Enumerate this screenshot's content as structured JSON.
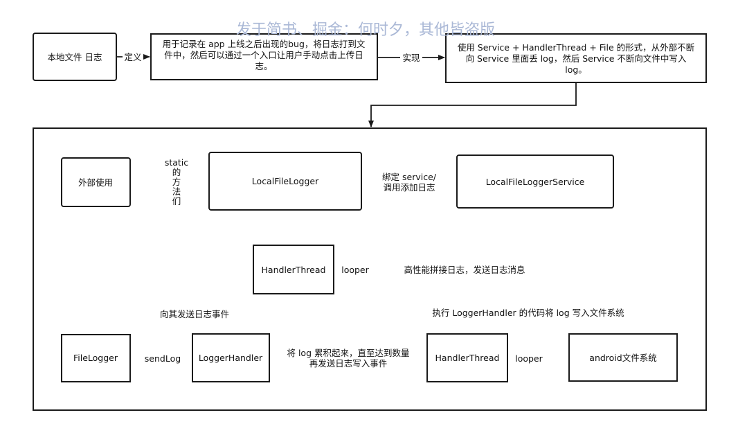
{
  "watermark": "发于简书、掘金：何时夕，其他皆盗版",
  "boxes": {
    "local_log": "本地文件 日志",
    "definition": [
      "用于记录在 app 上线之后出现的bug，将日志打到文",
      "件中，然后可以通过一个入口让用户手动点击上传日",
      "志。"
    ],
    "implementation": [
      "使用 Service + HandlerThread + File 的形式，从外部不断",
      "向 Service 里面丢 log，然后 Service 不断向文件中写入",
      "log。"
    ],
    "external_use": "外部使用",
    "local_file_logger": "LocalFileLogger",
    "local_file_logger_service": "LocalFileLoggerService",
    "handler_thread_top": "HandlerThread",
    "file_logger": "FileLogger",
    "logger_handler": "LoggerHandler",
    "handler_thread_bottom": "HandlerThread",
    "android_fs": "android文件系统"
  },
  "edges": {
    "define": "定义",
    "implement": "实现",
    "static_methods": [
      "static",
      "的",
      "方",
      "法",
      "们"
    ],
    "bind_service": [
      "绑定 service/",
      "调用添加日志"
    ],
    "looper_top": "looper",
    "concat_log": "高性能拼接日志，发送日志消息",
    "send_event": "向其发送日志事件",
    "send_log": "sendLog",
    "accumulate": [
      "将 log 累积起来，直至达到数量",
      "再发送日志写入事件"
    ],
    "execute_code": "执行 LoggerHandler 的代码将 log 写入文件系统",
    "looper_bottom": "looper"
  }
}
